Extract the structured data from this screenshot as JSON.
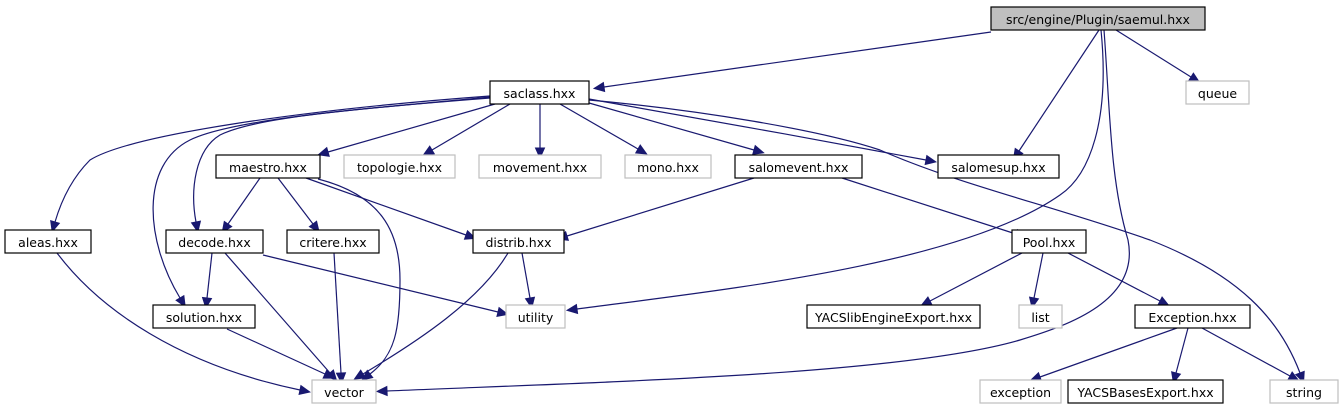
{
  "graph": {
    "title": "src/engine/Plugin/saemul.hxx",
    "edge_color": "#191970",
    "nodes": [
      {
        "id": "saemul",
        "label": "src/engine/Plugin/saemul.hxx",
        "kind": "root"
      },
      {
        "id": "saclass",
        "label": "saclass.hxx",
        "kind": "local"
      },
      {
        "id": "queue",
        "label": "queue",
        "kind": "system"
      },
      {
        "id": "maestro",
        "label": "maestro.hxx",
        "kind": "local"
      },
      {
        "id": "topologie",
        "label": "topologie.hxx",
        "kind": "system"
      },
      {
        "id": "movement",
        "label": "movement.hxx",
        "kind": "system"
      },
      {
        "id": "mono",
        "label": "mono.hxx",
        "kind": "system"
      },
      {
        "id": "salomevent",
        "label": "salomevent.hxx",
        "kind": "local"
      },
      {
        "id": "salomesup",
        "label": "salomesup.hxx",
        "kind": "local"
      },
      {
        "id": "aleas",
        "label": "aleas.hxx",
        "kind": "local"
      },
      {
        "id": "decode",
        "label": "decode.hxx",
        "kind": "local"
      },
      {
        "id": "critere",
        "label": "critere.hxx",
        "kind": "local"
      },
      {
        "id": "distrib",
        "label": "distrib.hxx",
        "kind": "local"
      },
      {
        "id": "pool",
        "label": "Pool.hxx",
        "kind": "local"
      },
      {
        "id": "solution",
        "label": "solution.hxx",
        "kind": "local"
      },
      {
        "id": "utility",
        "label": "utility",
        "kind": "system"
      },
      {
        "id": "yacslib",
        "label": "YACSlibEngineExport.hxx",
        "kind": "local"
      },
      {
        "id": "list",
        "label": "list",
        "kind": "system"
      },
      {
        "id": "exception_hxx",
        "label": "Exception.hxx",
        "kind": "local"
      },
      {
        "id": "vector",
        "label": "vector",
        "kind": "system"
      },
      {
        "id": "exception",
        "label": "exception",
        "kind": "system"
      },
      {
        "id": "yacsbases",
        "label": "YACSBasesExport.hxx",
        "kind": "local"
      },
      {
        "id": "string",
        "label": "string",
        "kind": "system"
      }
    ],
    "edges": [
      [
        "saemul",
        "saclass"
      ],
      [
        "saemul",
        "queue"
      ],
      [
        "saemul",
        "salomesup"
      ],
      [
        "saemul",
        "utility"
      ],
      [
        "saemul",
        "vector"
      ],
      [
        "saclass",
        "aleas"
      ],
      [
        "saclass",
        "decode"
      ],
      [
        "saclass",
        "solution"
      ],
      [
        "saclass",
        "maestro"
      ],
      [
        "saclass",
        "topologie"
      ],
      [
        "saclass",
        "movement"
      ],
      [
        "saclass",
        "mono"
      ],
      [
        "saclass",
        "salomevent"
      ],
      [
        "saclass",
        "salomesup"
      ],
      [
        "saclass",
        "string"
      ],
      [
        "maestro",
        "decode"
      ],
      [
        "maestro",
        "critere"
      ],
      [
        "maestro",
        "distrib"
      ],
      [
        "maestro",
        "vector"
      ],
      [
        "salomevent",
        "distrib"
      ],
      [
        "salomevent",
        "pool"
      ],
      [
        "aleas",
        "vector"
      ],
      [
        "decode",
        "solution"
      ],
      [
        "decode",
        "vector"
      ],
      [
        "decode",
        "utility"
      ],
      [
        "critere",
        "vector"
      ],
      [
        "distrib",
        "utility"
      ],
      [
        "distrib",
        "vector"
      ],
      [
        "solution",
        "vector"
      ],
      [
        "pool",
        "yacslib"
      ],
      [
        "pool",
        "list"
      ],
      [
        "pool",
        "exception_hxx"
      ],
      [
        "exception_hxx",
        "exception"
      ],
      [
        "exception_hxx",
        "yacsbases"
      ],
      [
        "exception_hxx",
        "string"
      ]
    ]
  }
}
